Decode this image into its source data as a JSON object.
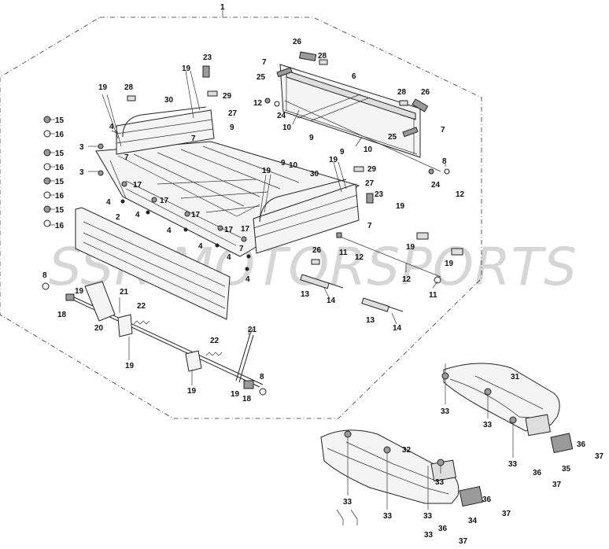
{
  "watermark": "SSR MOTORSPORTS",
  "callouts": {
    "c1": "1",
    "c2": "2",
    "c3a": "3",
    "c3b": "3",
    "c4a": "4",
    "c4b": "4",
    "c4c": "4",
    "c4d": "4",
    "c4e": "4",
    "c4f": "4",
    "c4g": "4",
    "c6": "6",
    "c7a": "7",
    "c7b": "7",
    "c7c": "7",
    "c7d": "7",
    "c7e": "7",
    "c7f": "7",
    "c8a": "8",
    "c8b": "8",
    "c8c": "8",
    "c9a": "9",
    "c9b": "9",
    "c9c": "9",
    "c9d": "9",
    "c10a": "10",
    "c10b": "10",
    "c10c": "10",
    "c11a": "11",
    "c11b": "11",
    "c12a": "12",
    "c12b": "12",
    "c12c": "12",
    "c12d": "12",
    "c13a": "13",
    "c13b": "13",
    "c14a": "14",
    "c14b": "14",
    "c15a": "15",
    "c15b": "15",
    "c15c": "15",
    "c15d": "15",
    "c16a": "16",
    "c16b": "16",
    "c16c": "16",
    "c16d": "16",
    "c17a": "17",
    "c17b": "17",
    "c17c": "17",
    "c17d": "17",
    "c17e": "17",
    "c18a": "18",
    "c18b": "18",
    "c19a": "19",
    "c19b": "19",
    "c19c": "19",
    "c19d": "19",
    "c19e": "19",
    "c19f": "19",
    "c19g": "19",
    "c19h": "19",
    "c19i": "19",
    "c19j": "19",
    "c19k": "19",
    "c20": "20",
    "c21a": "21",
    "c21b": "21",
    "c22a": "22",
    "c22b": "22",
    "c23a": "23",
    "c23b": "23",
    "c24a": "24",
    "c24b": "24",
    "c25a": "25",
    "c25b": "25",
    "c26a": "26",
    "c26b": "26",
    "c26c": "26",
    "c27a": "27",
    "c27b": "27",
    "c28a": "28",
    "c28b": "28",
    "c28c": "28",
    "c29a": "29",
    "c29b": "29",
    "c30a": "30",
    "c30b": "30",
    "c31": "31",
    "c32": "32",
    "c33a": "33",
    "c33b": "33",
    "c33c": "33",
    "c33d": "33",
    "c33e": "33",
    "c33f": "33",
    "c33g": "33",
    "c33h": "33",
    "c34": "34",
    "c35": "35",
    "c36a": "36",
    "c36b": "36",
    "c36c": "36",
    "c36d": "36",
    "c37a": "37",
    "c37b": "37",
    "c37c": "37",
    "c37d": "37"
  }
}
